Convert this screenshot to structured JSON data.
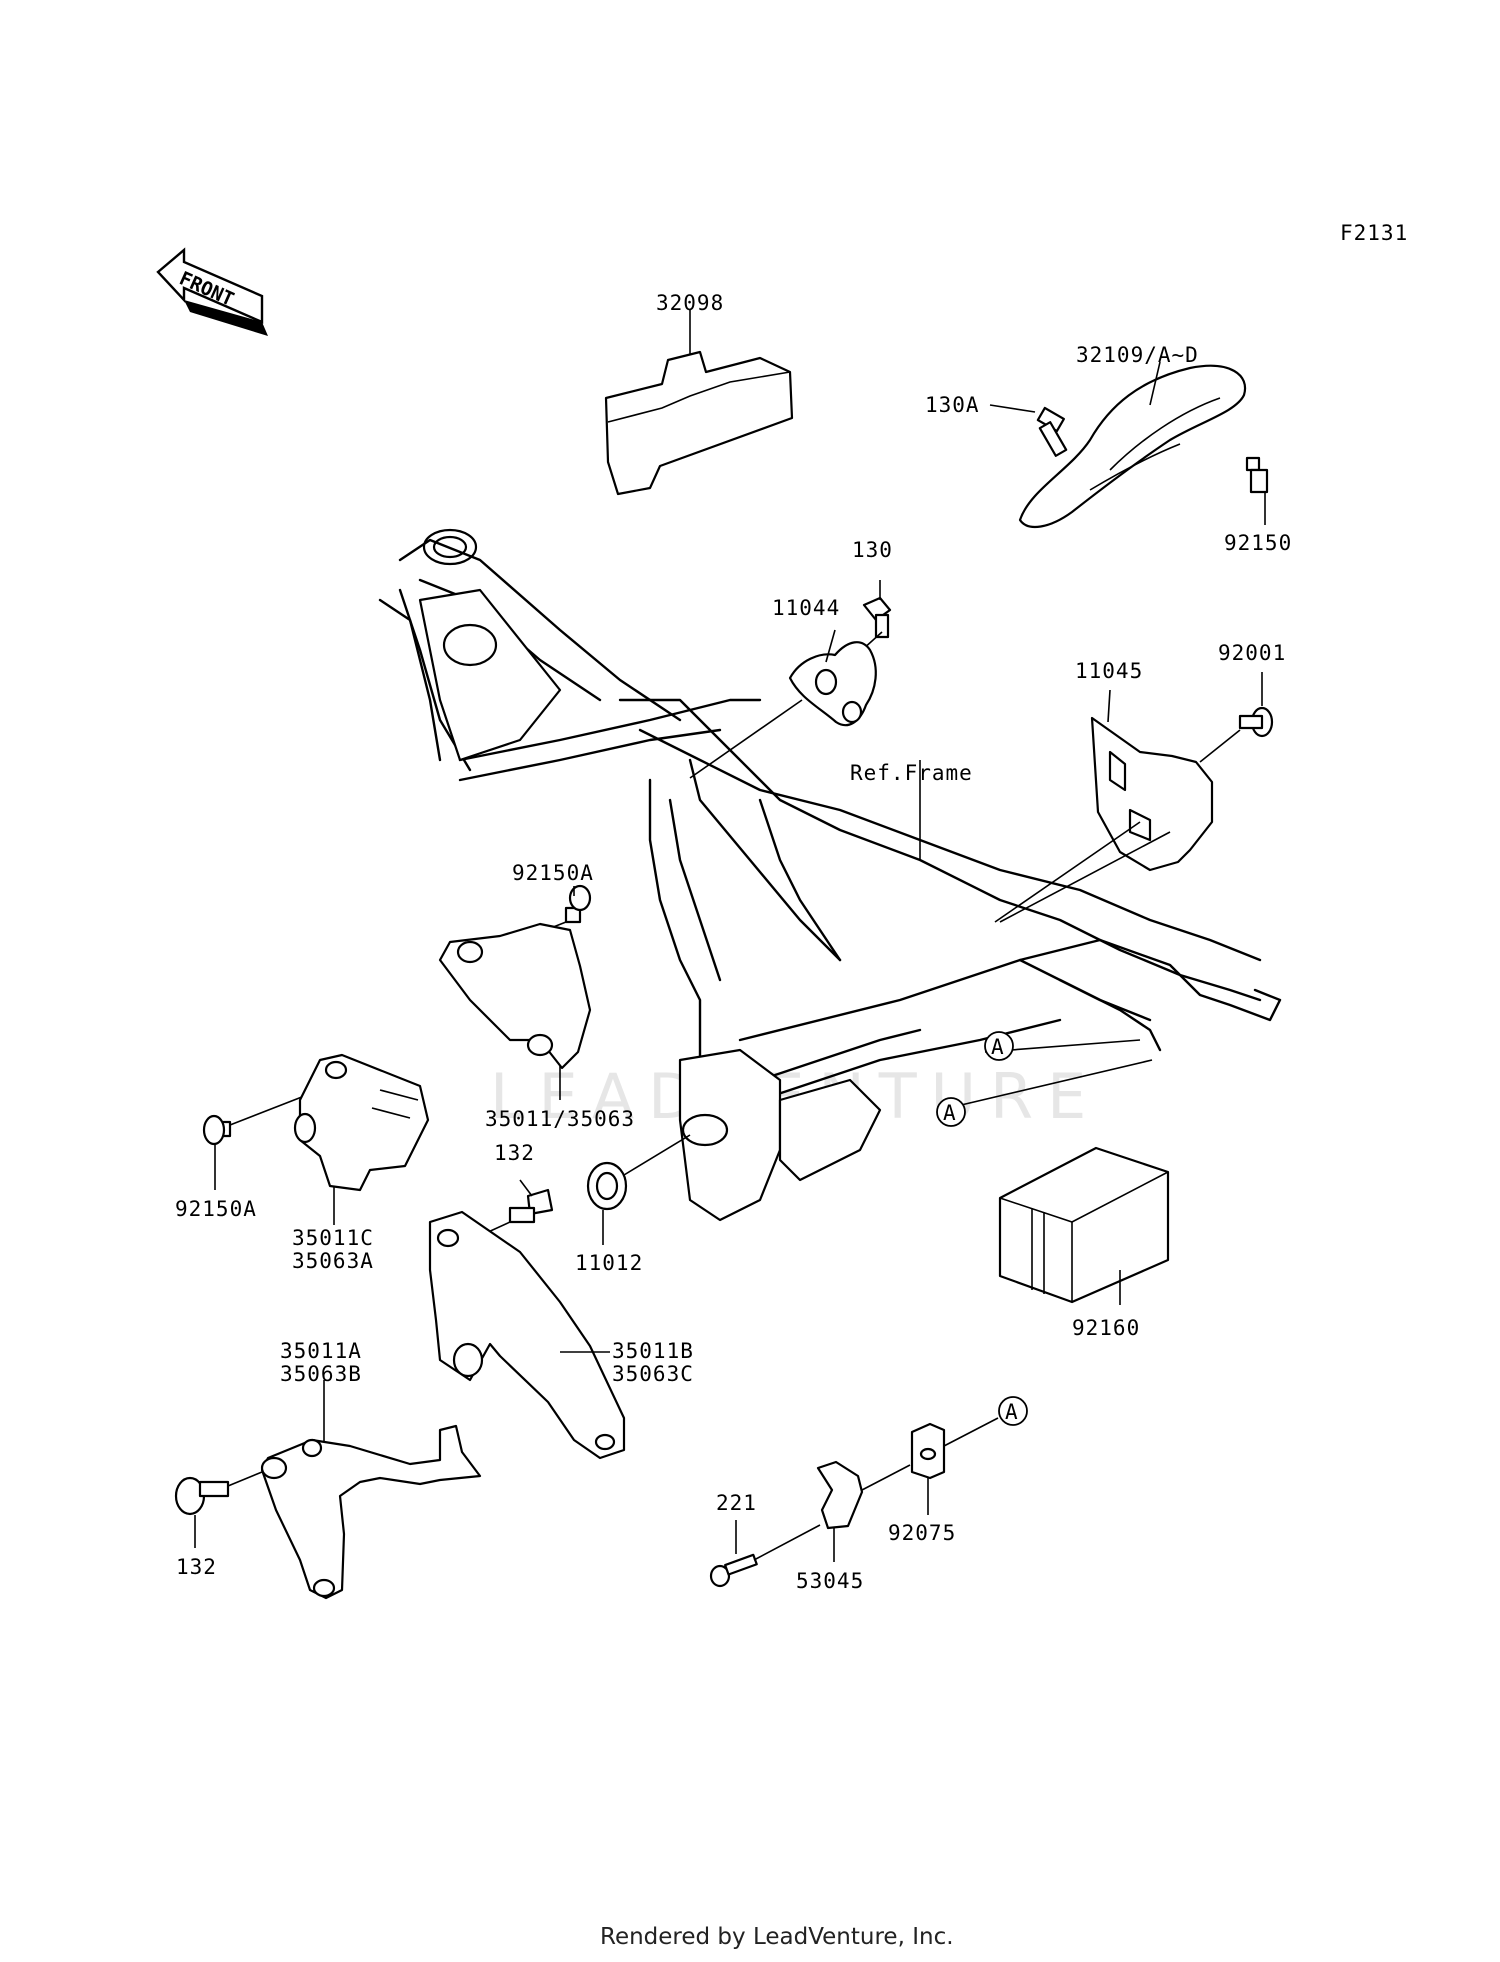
{
  "figure_code": "F2131",
  "front_label": "FRONT",
  "watermark": "LEADVENTURE",
  "footer": "Rendered by LeadVenture, Inc.",
  "callout_marker": "A",
  "labels": {
    "p32098": "32098",
    "p32109": "32109/A~D",
    "p130A": "130A",
    "p92150": "92150",
    "p130": "130",
    "p11044": "11044",
    "p11045": "11045",
    "p92001": "92001",
    "ref_frame": "Ref.Frame",
    "p92150A_top": "92150A",
    "p35011_35063": "35011/35063",
    "p92150A_left": "92150A",
    "p35011C": "35011C",
    "p35063A": "35063A",
    "p132_mid": "132",
    "p11012": "11012",
    "p92160": "92160",
    "p35011A": "35011A",
    "p35063B": "35063B",
    "p35011B": "35011B",
    "p35063C": "35063C",
    "p132_bottom": "132",
    "p221": "221",
    "p53045": "53045",
    "p92075": "92075"
  }
}
